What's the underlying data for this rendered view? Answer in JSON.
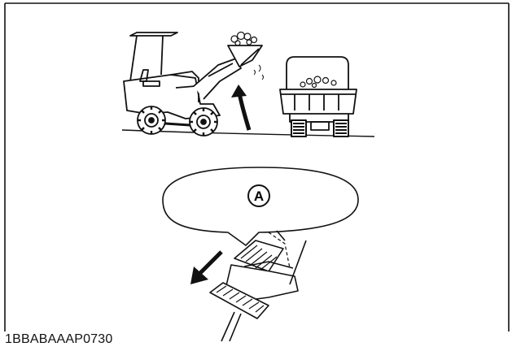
{
  "figure": {
    "caption": "1BBABAAAP0730",
    "callout_label": "A"
  },
  "icons": {
    "loader": "front-loader-illustration",
    "truck": "dump-truck-illustration",
    "lift_arrow": "curved-arrow-up-icon",
    "pedal_arrow": "arrow-down-left-icon",
    "pedal": "foot-pedal-illustration"
  }
}
